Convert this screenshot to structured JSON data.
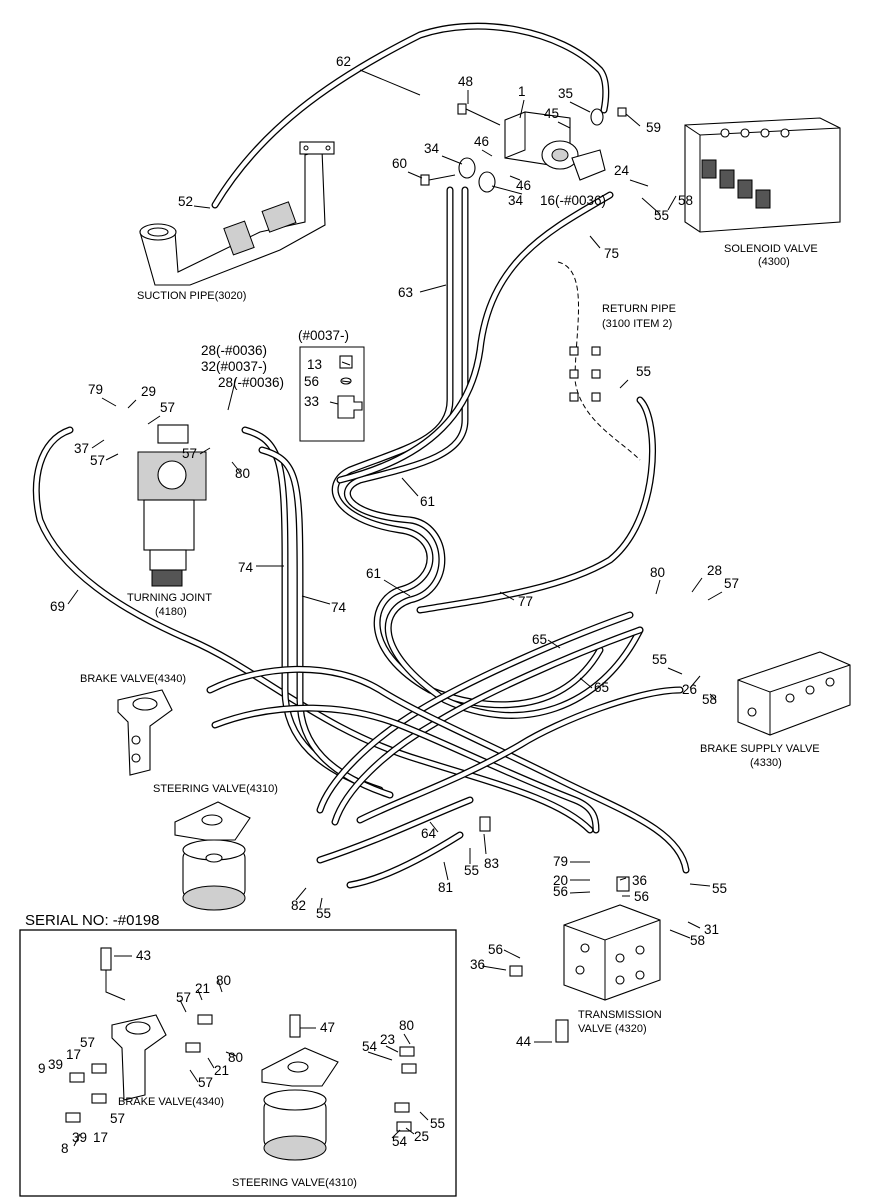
{
  "diagram": {
    "serial_note": "SERIAL NO: -#0198",
    "inset_variant": "(#0037-)",
    "components": {
      "suction_pipe": "SUCTION PIPE(3020)",
      "solenoid_valve_name": "SOLENOID VALVE",
      "solenoid_valve_code": "(4300)",
      "return_pipe_name": "RETURN PIPE",
      "return_pipe_ref": "(3100 ITEM 2)",
      "turning_joint_name": "TURNING JOINT",
      "turning_joint_code": "(4180)",
      "brake_valve": "BRAKE VALVE(4340)",
      "brake_supply_valve_name": "BRAKE SUPPLY VALVE",
      "brake_supply_valve_code": "(4330)",
      "steering_valve": "STEERING VALVE(4310)",
      "transmission_valve_name": "TRANSMISSION",
      "transmission_valve_code": "VALVE (4320)",
      "inset_brake_valve": "BRAKE VALVE(4340)",
      "inset_steering_valve": "STEERING VALVE(4310)"
    },
    "callouts": {
      "c62": "62",
      "c48": "48",
      "c1": "1",
      "c35": "35",
      "c45": "45",
      "c59": "59",
      "c46a": "46",
      "c34a": "34",
      "c60": "60",
      "c46b": "46",
      "c34b": "34",
      "c16": "16(-#0036)",
      "c24": "24",
      "c58a": "58",
      "c55a": "55",
      "c52": "52",
      "c75": "75",
      "c63": "63",
      "c28a": "28(-#0036)",
      "c32": "32(#0037-)",
      "c28b": "28(-#0036)",
      "c13": "13",
      "c56a": "56",
      "c33": "33",
      "c55b": "55",
      "c79a": "79",
      "c29": "29",
      "c57a": "57",
      "c37": "37",
      "c57b": "57",
      "c57c": "57",
      "c80a": "80",
      "c61a": "61",
      "c74a": "74",
      "c74b": "74",
      "c69": "69",
      "c61b": "61",
      "c77": "77",
      "c80b": "80",
      "c28c": "28",
      "c57d": "57",
      "c65a": "65",
      "c65b": "65",
      "c55c": "55",
      "c26": "26",
      "c58b": "58",
      "c64": "64",
      "c83": "83",
      "c55d": "55",
      "c81": "81",
      "c82": "82",
      "c55e": "55",
      "c79b": "79",
      "c20": "20",
      "c56b": "56",
      "c36a": "36",
      "c56c": "56",
      "c55f": "55",
      "c58c": "58",
      "c31": "31",
      "c43": "43",
      "c80c": "80",
      "c21a": "21",
      "c57e": "57",
      "c47": "47",
      "c80d": "80",
      "c23": "23",
      "c54a": "54",
      "c9": "9",
      "c39a": "39",
      "c17a": "17",
      "c57f": "57",
      "c80e": "80",
      "c21b": "21",
      "c57g": "57",
      "c55g": "55",
      "c8": "8",
      "c39b": "39",
      "c17b": "17",
      "c57h": "57",
      "c54b": "54",
      "c25": "25",
      "c56d": "56",
      "c36b": "36",
      "c44": "44"
    }
  }
}
